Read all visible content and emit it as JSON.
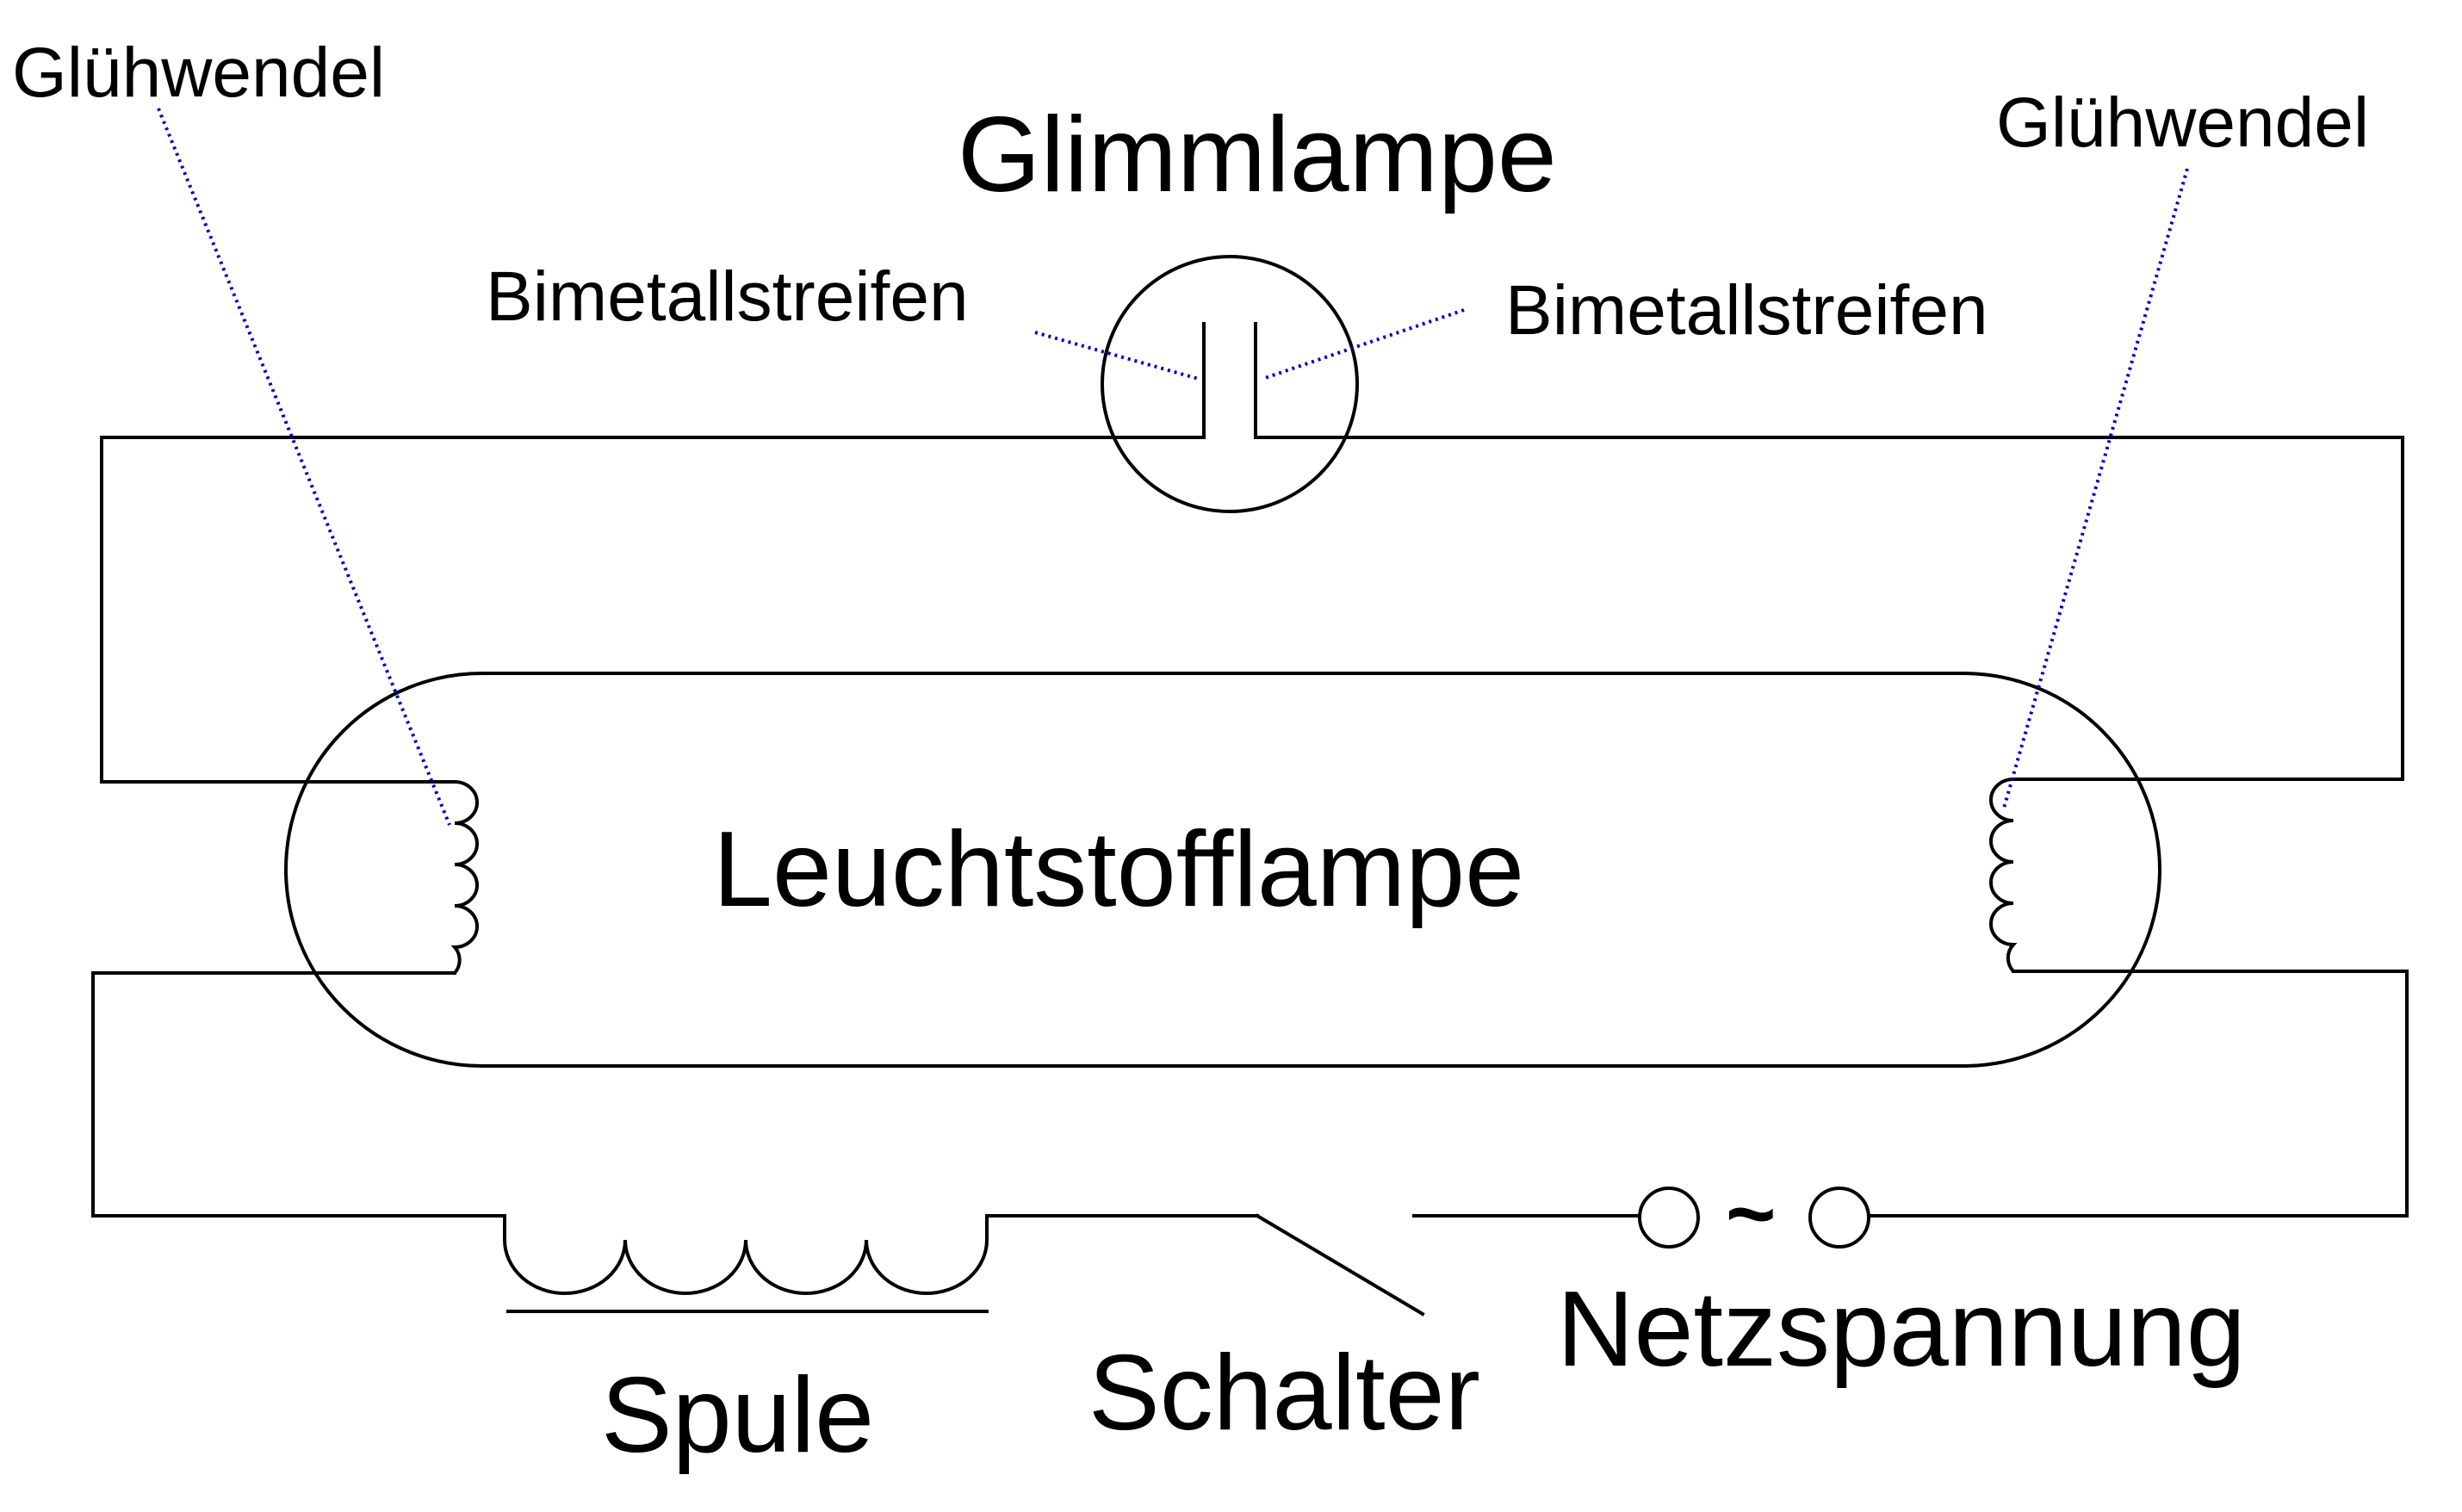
{
  "labels": {
    "gluehwendel_left": "Glühwendel",
    "gluehwendel_right": "Glühwendel",
    "glimmlampe": "Glimmlampe",
    "bimetall_left": "Bimetallstreifen",
    "bimetall_right": "Bimetallstreifen",
    "leuchtstofflampe": "Leuchtstofflampe",
    "spule": "Spule",
    "schalter": "Schalter",
    "netzspannung": "Netzspannung",
    "ac_symbol": "~"
  },
  "colors": {
    "wire": "#000000",
    "pointer": "#0000cc",
    "background": "#ffffff"
  }
}
